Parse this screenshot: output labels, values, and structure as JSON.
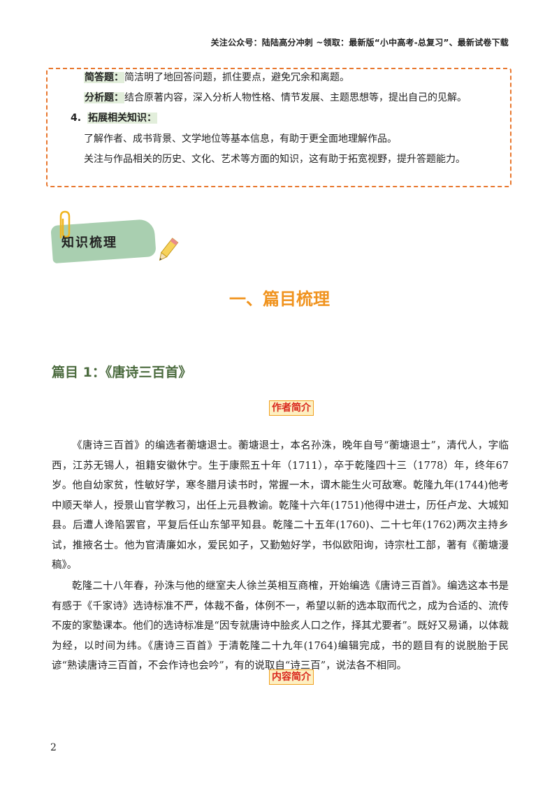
{
  "header": {
    "text": "关注公众号：陆陆高分冲刺  ~领取：最新版“小中高考-总复习”、最新试卷下载"
  },
  "box": {
    "jianda_label": "简答题：",
    "jianda_text": "简洁明了地回答问题，抓住要点，避免冗余和离题。",
    "fenxi_label": "分析题：",
    "fenxi_text": "结合原著内容，深入分析人物性格、情节发展、主题思想等，提出自己的见解。",
    "item4_number": "4.",
    "item4_label": "拓展相关知识：",
    "line1": "了解作者、成书背景、文学地位等基本信息，有助于更全面地理解作品。",
    "line2": "关注与作品相关的历史、文化、艺术等方面的知识，这有助于拓宽视野，提升答题能力。"
  },
  "badge": {
    "label": "知识梳理"
  },
  "section_title": "一、篇目梳理",
  "chapter_title": "篇目 1：《唐诗三百首》",
  "tags": {
    "author": "作者简介",
    "content": "内容简介"
  },
  "paragraphs": {
    "p1": "《唐诗三百首》的编选者蘅塘退士。蘅塘退士，本名孙洙，晚年自号“蘅塘退士”，清代人，字临西，江苏无锡人，祖籍安徽休宁。生于康熙五十年（1711），卒于乾隆四十三（1778）年，终年67岁。他自幼家贫，性敏好学，寒冬腊月读书时，常握一木，谓木能生火可敌寒。乾隆九年(1744)他考中顺天举人，授景山官学教习，出任上元县教谕。乾隆十六年(1751)他得中进士，历任卢龙、大城知县。后遭人谗陷罢官，平复后任山东邹平知县。乾隆二十五年(1760)、二十七年(1762)两次主持乡试，推掖名士。他为官清廉如水，爱民如子，又勤勉好学，书似欧阳询，诗宗杜工部，著有《蘅塘漫稿》。",
    "p2": "乾隆二十八年春，孙洙与他的继室夫人徐兰英相互商榷，开始编选《唐诗三百首》。编选这本书是有感于《千家诗》选诗标准不严，体裁不备，体例不一，希望以新的选本取而代之，成为合适的、流传不废的家塾课本。他们的选诗标准是“因专就唐诗中脍炙人口之作，择其尤要者”。既好又易诵，以体裁为经，以时间为纬。《唐诗三百首》于清乾隆二十九年(1764)编辑完成，书的题目有的说脱胎于民谚“熟读唐诗三百首，不会作诗也会吟”，有的说取自“诗三百”，说法各不相同。"
  },
  "page_number": "2",
  "colors": {
    "accent_orange": "#f0931e",
    "border_orange": "#e8772e",
    "tag_red": "#d9261c",
    "chapter_green": "#4b6b3e",
    "badge_green": "#a9cfb0",
    "highlight_green": "#e2eedb"
  },
  "icons": [
    "paperclip-icon",
    "pencil-icon"
  ]
}
